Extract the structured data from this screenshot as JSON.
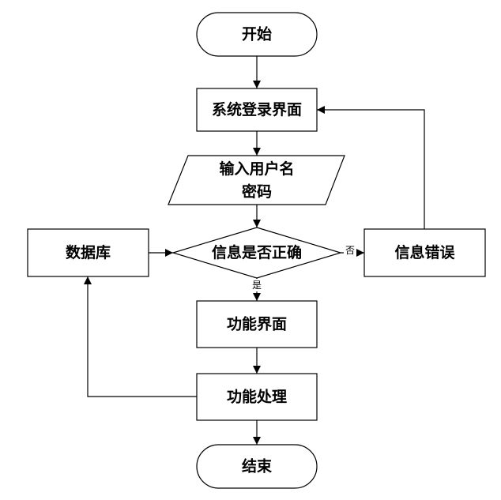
{
  "nodes": {
    "start": "开始",
    "login": "系统登录界面",
    "input_line1": "输入用户名",
    "input_line2": "密码",
    "check": "信息是否正确",
    "database": "数据库",
    "error": "信息错误",
    "func_ui": "功能界面",
    "func_proc": "功能处理",
    "end": "结束"
  },
  "edges": {
    "no_label": "否",
    "yes_label": "是"
  }
}
